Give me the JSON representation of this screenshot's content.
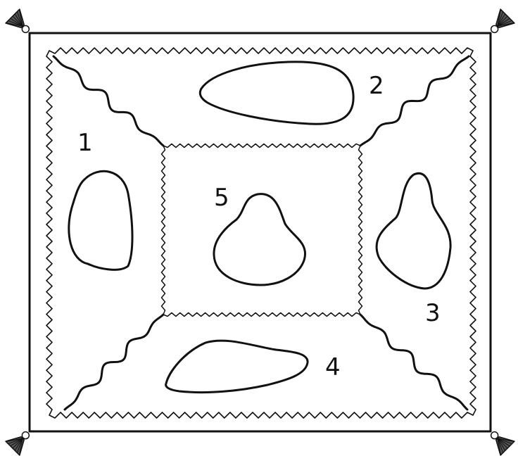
{
  "zones": [
    {
      "id": "1",
      "label": "1"
    },
    {
      "id": "2",
      "label": "2"
    },
    {
      "id": "3",
      "label": "3"
    },
    {
      "id": "4",
      "label": "4"
    },
    {
      "id": "5",
      "label": "5"
    }
  ],
  "colors": {
    "ink": "#111111",
    "background": "#ffffff"
  },
  "icons": [
    "tassel-icon"
  ]
}
